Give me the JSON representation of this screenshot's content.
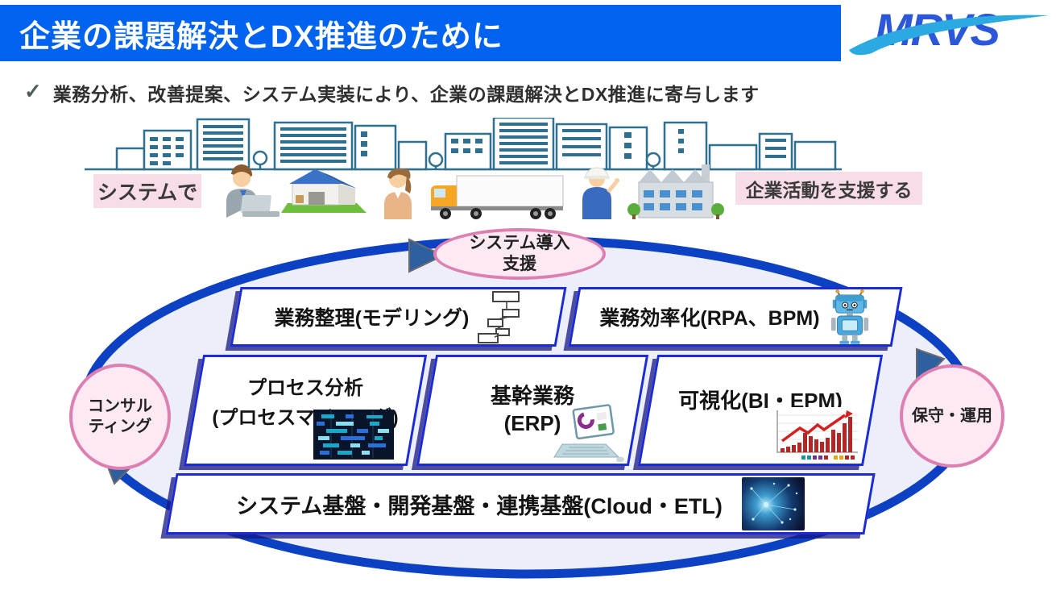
{
  "header": {
    "title": "企業の課題解決とDX推進のために",
    "logo": "MRVS",
    "bar_color": "#0063F0",
    "logo_color": "#2B57D8",
    "logo_swoosh_color": "#2BA9E1"
  },
  "intro": {
    "bullet_mark": "✓",
    "text": "業務分析、改善提案、システム実装により、企業の課題解決とDX推進に寄与します"
  },
  "scene": {
    "left_label": "システムで",
    "right_label": "企業活動を支援する",
    "figures": [
      "buildings-skyline",
      "businessman-with-laptop",
      "warehouse",
      "office-woman",
      "truck",
      "construction-worker",
      "factory"
    ]
  },
  "cycle": {
    "ellipse_fill": "#ECEEF9",
    "ellipse_border": "#0B41C2",
    "node_fill": "#FCE9F3",
    "node_border": "#DD7FB0",
    "box_border": "#1B2BD6",
    "nodes": {
      "top": {
        "line1": "システム導入",
        "line2": "支援"
      },
      "left": {
        "line1": "コンサル",
        "line2": "ティング"
      },
      "right": {
        "label": "保守・運用"
      }
    },
    "boxes": [
      {
        "label": "業務整理(モデリング)",
        "icon": "flowchart-icon"
      },
      {
        "label": "業務効率化(RPA、BPM)",
        "icon": "robot-icon"
      },
      {
        "line1": "プロセス分析",
        "line2": "(プロセスマイニング)",
        "icon": "process-mining-image"
      },
      {
        "line1": "基幹業務",
        "line2": "(ERP)",
        "icon": "laptop-chart-icon"
      },
      {
        "label": "可視化(BI・EPM)",
        "icon": "bar-chart-image"
      },
      {
        "label": "システム基盤・開発基盤・連携基盤(Cloud・ETL)",
        "icon": "network-image"
      }
    ]
  }
}
